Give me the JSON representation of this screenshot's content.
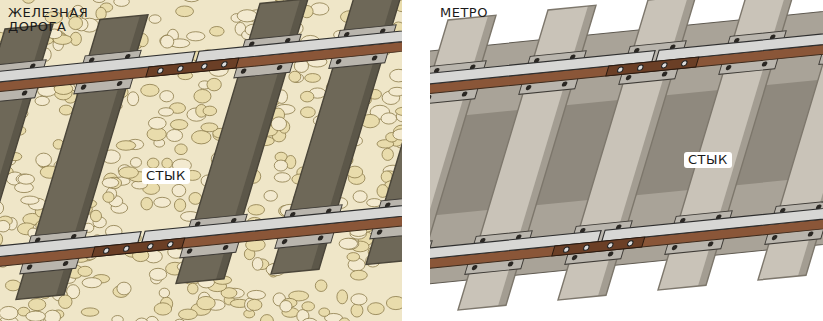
{
  "diagram": {
    "labels": [
      "ЖЕЛЕЗНАЯ ДОРОГА",
      "СТЫК",
      "МЕТРО",
      "СТЫК"
    ]
  }
}
